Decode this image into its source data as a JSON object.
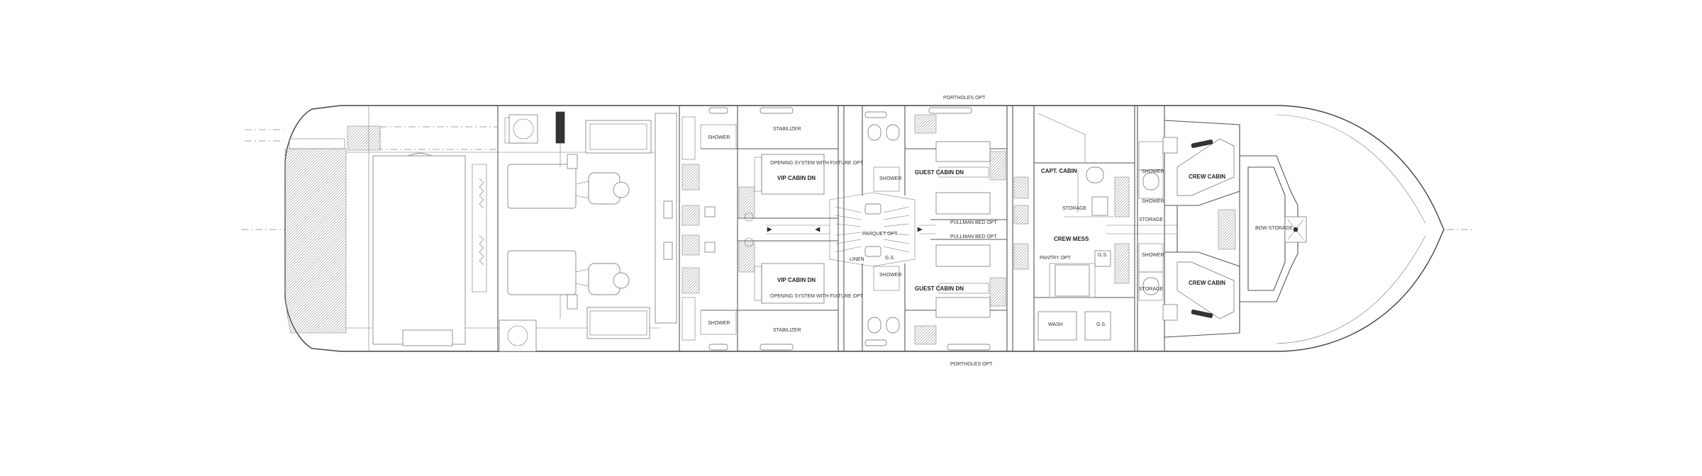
{
  "plan": {
    "labels": {
      "portholes_top": "PORTHOLES OPT",
      "portholes_bottom": "PORTHOLES OPT",
      "shower_1": "SHOWER",
      "shower_2": "SHOWER",
      "vip_cabin_top": "VIP CABIN DN",
      "vip_cabin_bottom": "VIP CABIN DN",
      "opening_system_top": "OPENING SYSTEM WITH FIXTURE OPT",
      "opening_system_bottom": "OPENING SYSTEM WITH FIXTURE OPT",
      "stabilizer_top": "STABILIZER",
      "stabilizer_bottom": "STABILIZER",
      "guest_cabin_top": "GUEST CABIN DN",
      "guest_cabin_bottom": "GUEST CABIN DN",
      "shower_3": "SHOWER",
      "shower_4": "SHOWER",
      "linen": "LINEN",
      "gs": "G.S.",
      "parquet": "PARQUET OPT",
      "pullman_top": "PULLMAN BED OPT",
      "pullman_bottom": "PULLMAN BED OPT",
      "capt_cabin": "CAPT. CABIN",
      "storage_1": "STORAGE",
      "crew_mess": "CREW MESS",
      "gs_2": "G.S.",
      "shower_5": "SHOWER",
      "shower_6": "SHOWER",
      "shower_7": "SHOWER",
      "crew_cabin_top": "CREW CABIN",
      "crew_cabin_bottom": "CREW CABIN",
      "storage_2": "STORAGE",
      "storage_3": "STORAGE",
      "bow_storage": "BOW STORAGE",
      "pantry": "PANTRY OPT",
      "gs_3": "G.S.",
      "wash": "WASH"
    }
  }
}
